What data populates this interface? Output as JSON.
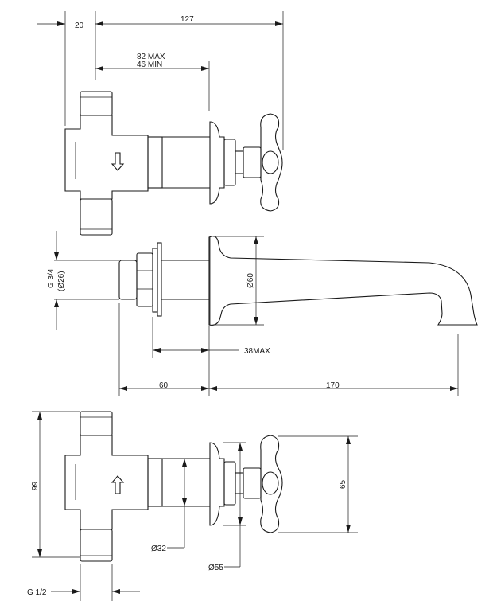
{
  "dimensions": {
    "top_offset": "20",
    "top_overall": "127",
    "depth_max": "82 MAX",
    "depth_min": "46 MIN",
    "inlet_thread": "G 3/4",
    "inlet_diameter": "(Ø26)",
    "spout_flange": "Ø60",
    "flange_max": "38MAX",
    "body_depth": "60",
    "spout_reach": "170",
    "valve_height": "99",
    "handle_height": "65",
    "shank_diameter": "Ø32",
    "rosette_diameter": "Ø55",
    "outlet_thread": "G 1/2"
  },
  "icons": {
    "flow_arrow_top": "arrow-down-icon",
    "flow_arrow_bottom": "arrow-up-icon"
  }
}
